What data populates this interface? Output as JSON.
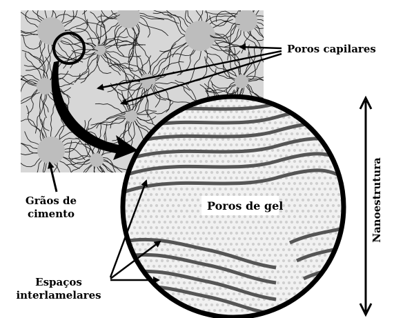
{
  "labels": {
    "capillary_pores": "Poros capilares",
    "cement_grains_line1": "Grãos de",
    "cement_grains_line2": "cimento",
    "gel_pores": "Poros de gel",
    "interlamellar_line1": "Espaços",
    "interlamellar_line2": "interlamelares",
    "nanostructure": "Nanoestrutura"
  },
  "colors": {
    "micro_background": "#d7d7d7",
    "grain_fill": "#bdbdbd",
    "fiber": "#1c1c1c",
    "layer_line": "#555555",
    "gel_dots": "#cfcfcf",
    "ink": "#000000"
  },
  "icons": [
    "arrow-icon",
    "magnifier-circle-icon",
    "double-arrow-icon"
  ]
}
